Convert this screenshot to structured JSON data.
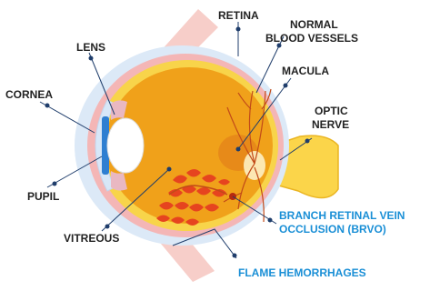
{
  "labels": {
    "retina": "RETINA",
    "normal_vessels_line1": "NORMAL",
    "normal_vessels_line2": "BLOOD VESSELS",
    "lens": "LENS",
    "macula": "MACULA",
    "cornea": "CORNEA",
    "optic_line1": "OPTIC",
    "optic_line2": "NERVE",
    "pupil": "PUPIL",
    "brvo_line1": "BRANCH RETINAL VEIN",
    "brvo_line2": "OCCLUSION (BRVO)",
    "vitreous": "VITREOUS",
    "flame": "FLAME HEMORRHAGES"
  },
  "colors": {
    "label_text": "#222222",
    "highlight_text": "#1a8fd6",
    "leader_line": "#1f3d6b",
    "sclera_outer": "#dce9f7",
    "sclera_inner": "#f4b6b6",
    "retina_layer": "#f8d44a",
    "vitreous": "#f0a11a",
    "lens": "#ffffff",
    "cornea": "#d7e7f8",
    "iris": "#2f7fd1",
    "muscle": "#f6c9c3",
    "optic_nerve": "#fbd54a",
    "vessels": "#c24a18",
    "hemorrhage": "#e6441f"
  }
}
